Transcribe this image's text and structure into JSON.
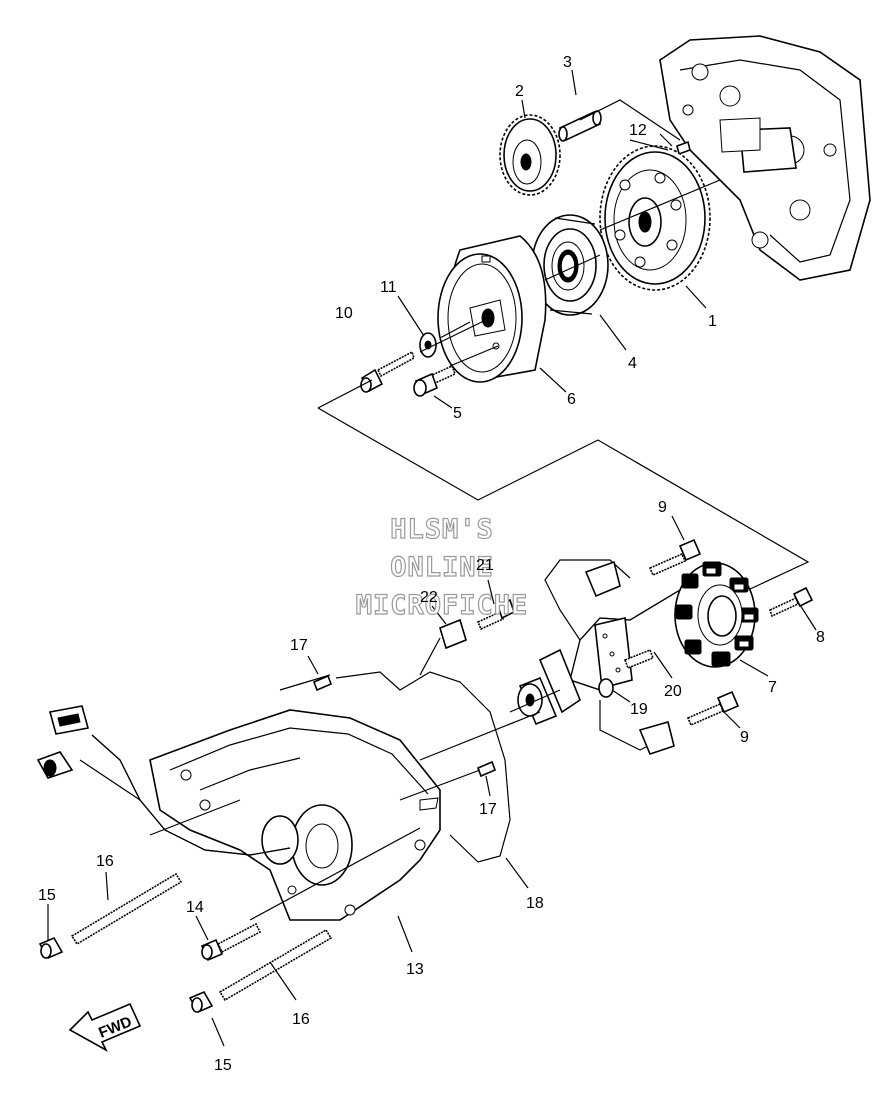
{
  "callouts": {
    "c1": "1",
    "c2": "2",
    "c3": "3",
    "c4": "4",
    "c5": "5",
    "c6": "6",
    "c7": "7",
    "c8": "8",
    "c9a": "9",
    "c9b": "9",
    "c10": "10",
    "c11": "11",
    "c12": "12",
    "c13": "13",
    "c14": "14",
    "c15a": "15",
    "c15b": "15",
    "c16a": "16",
    "c16b": "16",
    "c17a": "17",
    "c17b": "17",
    "c18": "18",
    "c19": "19",
    "c20": "20",
    "c21": "21",
    "c22": "22"
  },
  "watermark": {
    "line1": "HLSM'S",
    "line2": "ONLINE",
    "line3": "MICROFICHE"
  },
  "fwd_label": "FWD"
}
